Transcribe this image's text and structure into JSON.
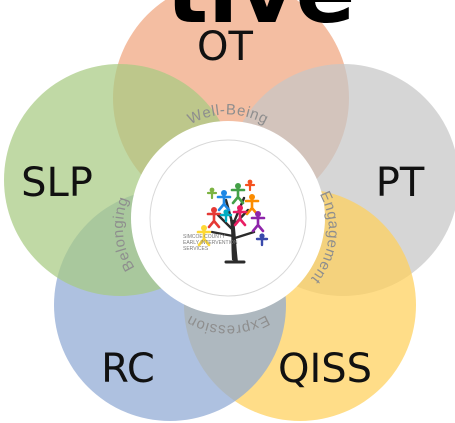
{
  "header": {
    "clipped_text": "tive"
  },
  "circles": [
    {
      "label": "OT",
      "color": "#f0a57e"
    },
    {
      "label": "PT",
      "color": "#c6c6c6"
    },
    {
      "label": "QISS",
      "color": "#ffd05a"
    },
    {
      "label": "RC",
      "color": "#8fa9d4"
    },
    {
      "label": "SLP",
      "color": "#a7cb82"
    }
  ],
  "center": {
    "ring_words": {
      "top": "Well-Being",
      "right": "Engagement",
      "bottom": "Expression",
      "left": "Belonging"
    },
    "org_lines": [
      "SIMCOE COUNTY",
      "EARLY INTERVENTION",
      "SERVICES"
    ],
    "logo_icon": "tree-of-people-icon"
  }
}
